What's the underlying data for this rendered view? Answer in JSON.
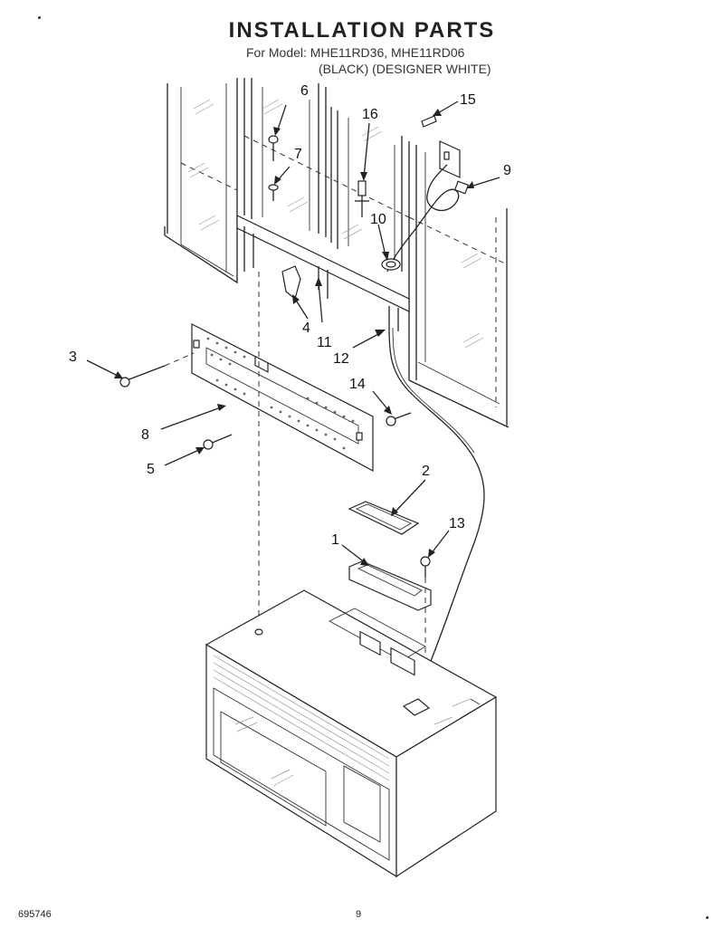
{
  "header": {
    "title": "INSTALLATION PARTS",
    "model_line": "For Model: MHE11RD36, MHE11RD06",
    "color_line": "(BLACK) (DESIGNER WHITE)"
  },
  "callouts": [
    "1",
    "2",
    "3",
    "4",
    "5",
    "6",
    "7",
    "8",
    "9",
    "10",
    "11",
    "12",
    "13",
    "14",
    "15",
    "16"
  ],
  "footer": {
    "doc_number": "695746",
    "page_number": "9"
  }
}
